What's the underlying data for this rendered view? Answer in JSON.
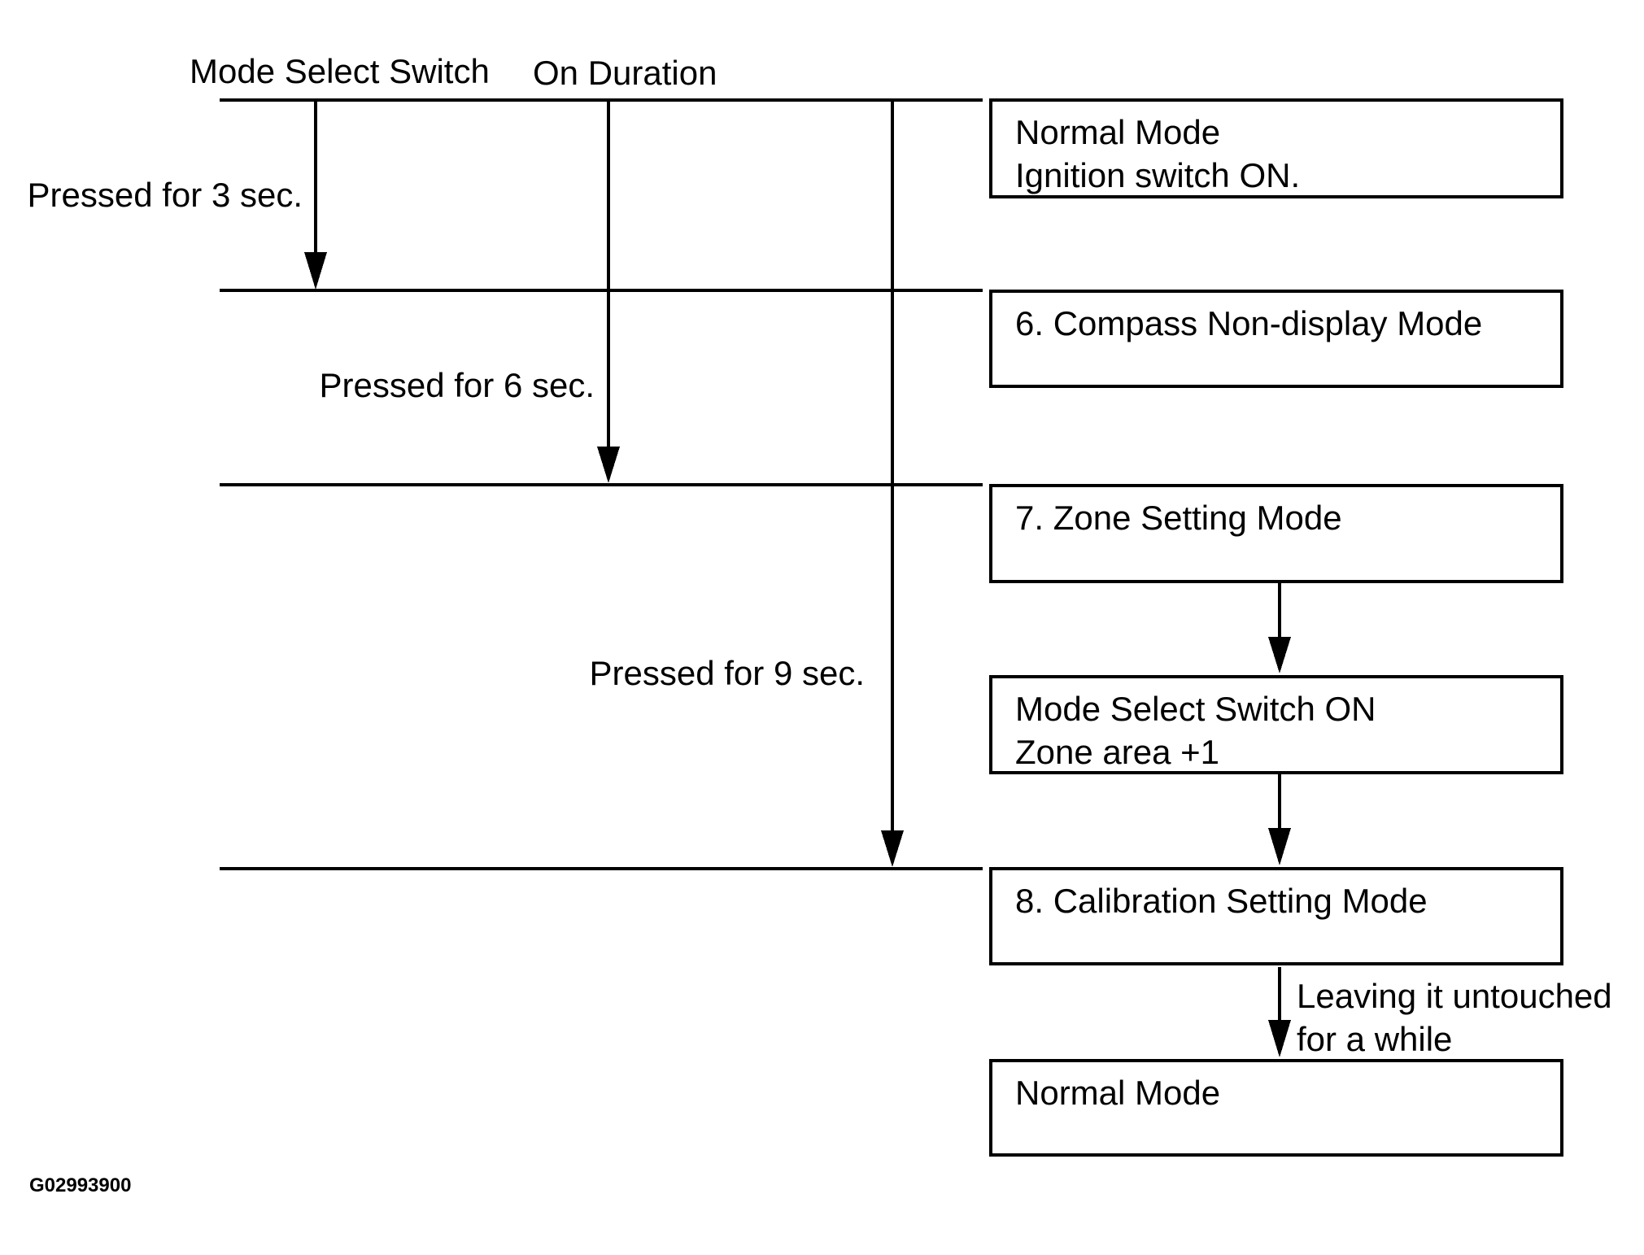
{
  "figure_id": "G02993900",
  "colors": {
    "foreground": "#000000",
    "background": "#ffffff"
  },
  "headers": {
    "mode_select_switch": "Mode Select Switch",
    "on_duration": "On Duration"
  },
  "press_labels": {
    "sec3": "Pressed for 3 sec.",
    "sec6": "Pressed for 6 sec.",
    "sec9": "Pressed for 9 sec."
  },
  "boxes": {
    "normal_mode_top": {
      "line1": "Normal Mode",
      "line2": "Ignition switch ON."
    },
    "compass_non_display": {
      "line1": "6. Compass Non-display Mode"
    },
    "zone_setting": {
      "line1": "7. Zone Setting Mode"
    },
    "mode_select_switch_on": {
      "line1": "Mode Select Switch ON",
      "line2": "Zone area +1"
    },
    "calibration_setting": {
      "line1": "8. Calibration Setting Mode"
    },
    "normal_mode_bottom": {
      "line1": "Normal Mode"
    }
  },
  "transition_label": {
    "line1": "Leaving it untouched",
    "line2": "for a while"
  }
}
